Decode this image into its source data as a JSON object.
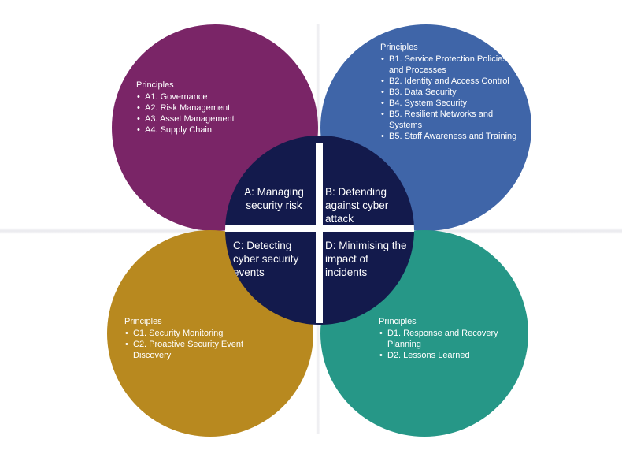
{
  "colors": {
    "circle_a": "#7a2567",
    "circle_b": "#3f65a8",
    "circle_c": "#b8891f",
    "circle_d": "#269787",
    "center": "#131a4c",
    "cross": "#ffffff"
  },
  "quadrants": {
    "a": "A: Managing security risk",
    "b": "B: Defending against cyber attack",
    "c": "C: Detecting cyber security events",
    "d": "D: Minimising the impact of incidents"
  },
  "principles": {
    "a": {
      "title": "Principles",
      "items": [
        "A1. Governance",
        "A2. Risk Management",
        "A3. Asset Management",
        "A4. Supply Chain"
      ]
    },
    "b": {
      "title": "Principles",
      "items": [
        "B1. Service Protection Policies and Processes",
        "B2. Identity and Access Control",
        "B3. Data Security",
        "B4. System Security",
        "B5. Resilient Networks and Systems",
        "B5. Staff Awareness and Training"
      ]
    },
    "c": {
      "title": "Principles",
      "items": [
        "C1. Security Monitoring",
        "C2. Proactive Security Event Discovery"
      ]
    },
    "d": {
      "title": "Principles",
      "items": [
        "D1. Response and Recovery Planning",
        "D2. Lessons Learned"
      ]
    }
  }
}
